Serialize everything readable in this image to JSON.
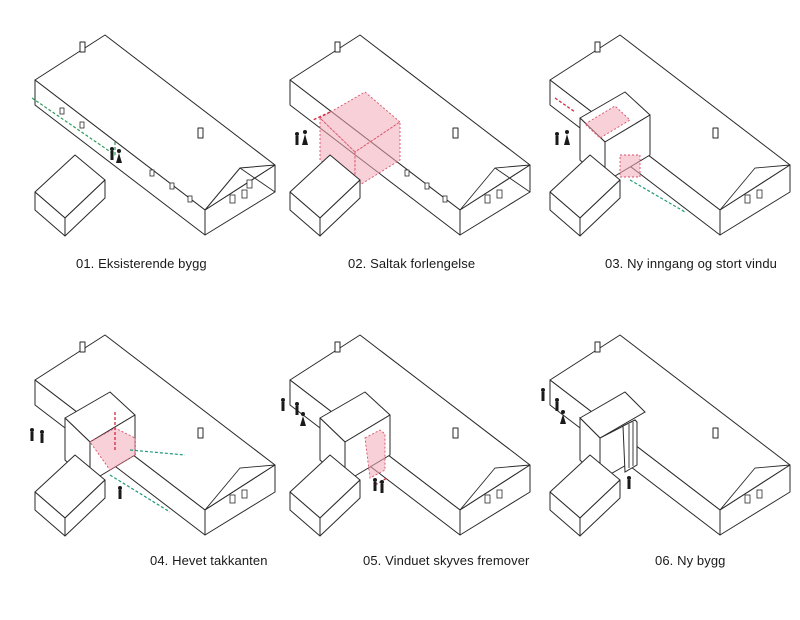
{
  "panels": [
    {
      "caption": "01. Eksisterende bygg"
    },
    {
      "caption": "02. Saltak forlengelse"
    },
    {
      "caption": "03. Ny inngang og stort vindu"
    },
    {
      "caption": "04. Hevet takkanten"
    },
    {
      "caption": "05. Vinduet skyves fremover"
    },
    {
      "caption": "06. Ny bygg"
    }
  ],
  "colors": {
    "highlight": "#f3a9b6",
    "highlight_stroke": "#d8506a",
    "arrow_red": "#d3283d",
    "arrow_green": "#2f9a5a",
    "lines": "#2a2a2a"
  }
}
